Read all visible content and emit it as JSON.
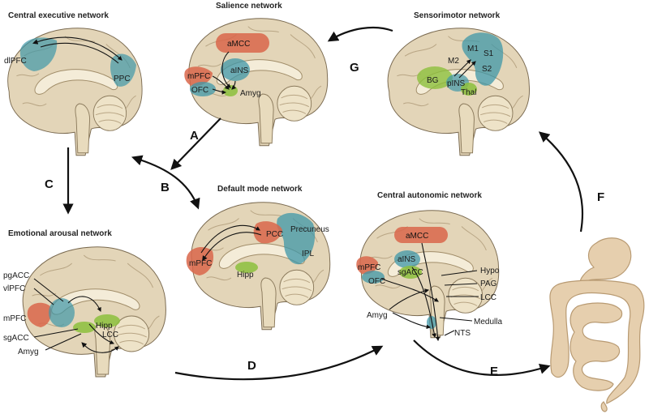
{
  "panels": {
    "central_executive": {
      "title": "Central executive network",
      "regions": [
        "dlPFC",
        "PPC"
      ]
    },
    "salience": {
      "title": "Salience network",
      "regions": [
        "aMCC",
        "aINS",
        "mPFC",
        "OFC",
        "Amyg"
      ]
    },
    "sensorimotor": {
      "title": "Sensorimotor network",
      "regions": [
        "M1",
        "M2",
        "S1",
        "S2",
        "BG",
        "pINS",
        "Thal"
      ]
    },
    "default_mode": {
      "title": "Default mode network",
      "regions": [
        "PCC",
        "Precuneus",
        "mPFC",
        "IPL",
        "Hipp"
      ]
    },
    "central_autonomic": {
      "title": "Central autonomic network",
      "regions": [
        "aMCC",
        "aINS",
        "mPFC",
        "sgACC",
        "OFC",
        "Hypo",
        "PAG",
        "LCC",
        "Amyg",
        "Medulla",
        "NTS"
      ]
    },
    "emotional_arousal": {
      "title": "Emotional arousal network",
      "regions": [
        "pgACC",
        "vlPFC",
        "mPFC",
        "Hipp",
        "sgACC",
        "LCC",
        "Amyg"
      ]
    }
  },
  "arrows": [
    "A",
    "B",
    "C",
    "D",
    "E",
    "F",
    "G"
  ],
  "colors": {
    "prefrontal_red": "#d9664a",
    "network_teal": "#3f97a8",
    "limbic_green": "#8cbf3c",
    "brain_tan": "#e3d5b8",
    "gut_tan": "#e6cfae"
  }
}
